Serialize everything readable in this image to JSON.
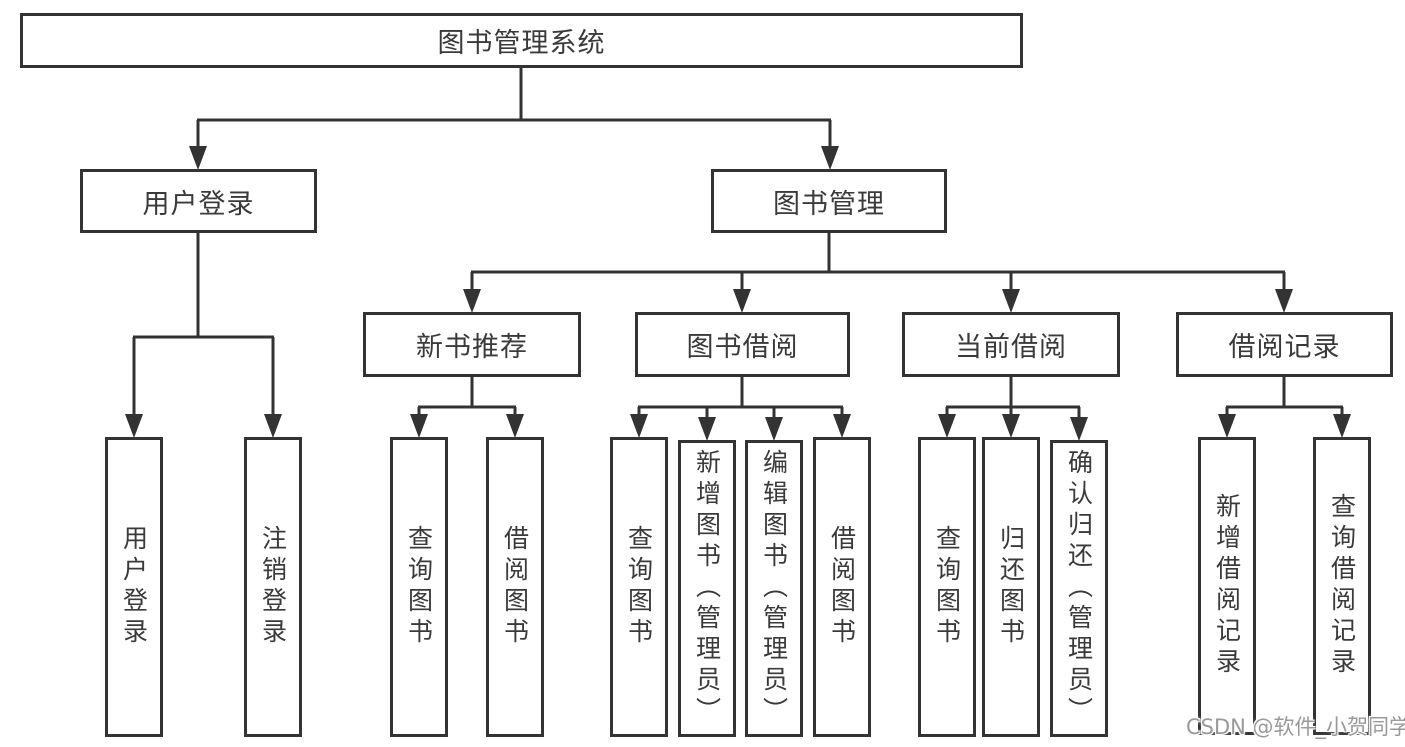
{
  "diagram": {
    "root": "图书管理系统",
    "user_login": {
      "label": "用户登录",
      "children": [
        "用户登录",
        "注销登录"
      ]
    },
    "book_mgmt": {
      "label": "图书管理",
      "branches": [
        {
          "label": "新书推荐",
          "children": [
            "查询图书",
            "借阅图书"
          ]
        },
        {
          "label": "图书借阅",
          "children": [
            "查询图书",
            "新增图书（管理员）",
            "编辑图书（管理员）",
            "借阅图书"
          ]
        },
        {
          "label": "当前借阅",
          "children": [
            "查询图书",
            "归还图书",
            "确认归还（管理员）"
          ]
        },
        {
          "label": "借阅记录",
          "children": [
            "新增借阅记录",
            "查询借阅记录"
          ]
        }
      ]
    }
  },
  "watermark": "CSDN @软件_小贺同学",
  "colors": {
    "line": "#333333",
    "text": "#3a3a3a",
    "background": "#ffffff",
    "watermark": "#999999"
  }
}
